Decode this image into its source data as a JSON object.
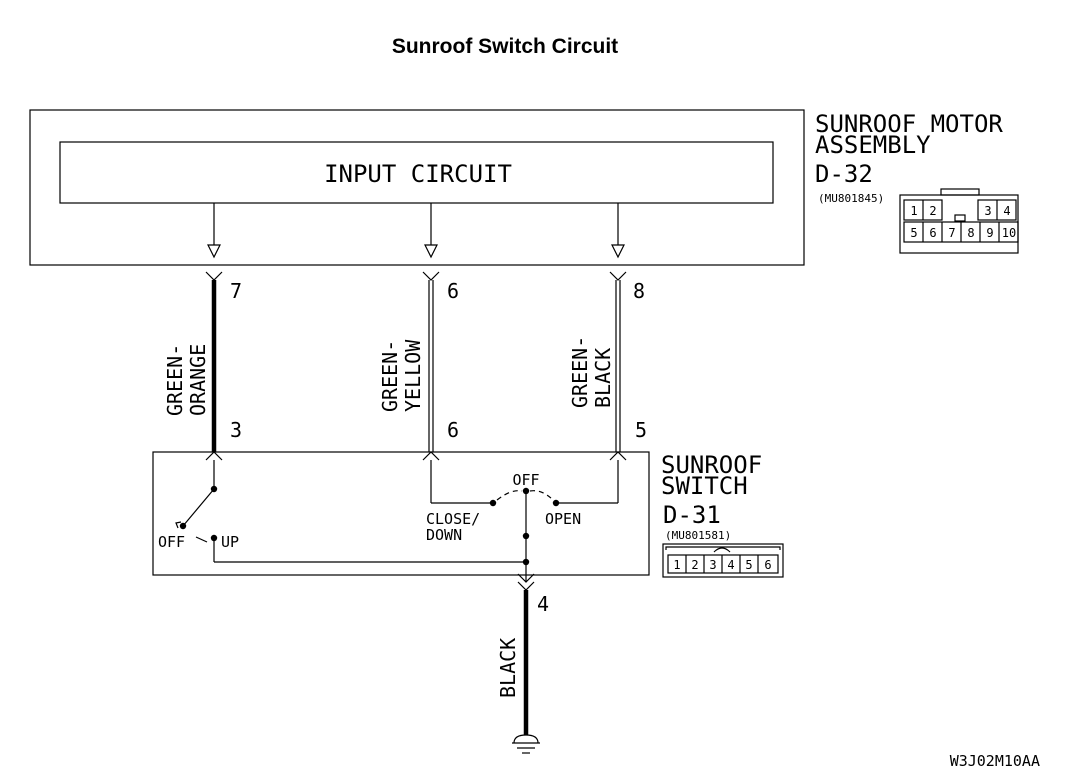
{
  "title": "Sunroof Switch Circuit",
  "motor": {
    "name_line1": "SUNROOF MOTOR",
    "name_line2": "ASSEMBLY",
    "connector": "D-32",
    "part_no": "(MU801845)",
    "input_circuit": "INPUT CIRCUIT",
    "pins_top_left": [
      "1",
      "2"
    ],
    "pins_top_right": [
      "3",
      "4"
    ],
    "pins_bottom": [
      "5",
      "6",
      "7",
      "8",
      "9",
      "10"
    ]
  },
  "switch": {
    "name_line1": "SUNROOF",
    "name_line2": "SWITCH",
    "connector": "D-31",
    "part_no": "(MU801581)",
    "pins": [
      "1",
      "2",
      "3",
      "4",
      "5",
      "6"
    ],
    "tilt_off": "OFF",
    "tilt_up": "UP",
    "slide_off": "OFF",
    "slide_close_line1": "CLOSE/",
    "slide_close_line2": "DOWN",
    "slide_open": "OPEN"
  },
  "wires": [
    {
      "color_line1": "GREEN-",
      "color_line2": "ORANGE",
      "motor_pin": "7",
      "switch_pin": "3"
    },
    {
      "color_line1": "GREEN-",
      "color_line2": "YELLOW",
      "motor_pin": "6",
      "switch_pin": "6"
    },
    {
      "color_line1": "GREEN-",
      "color_line2": "BLACK",
      "motor_pin": "8",
      "switch_pin": "5"
    }
  ],
  "ground_wire": {
    "color": "BLACK",
    "switch_pin": "4"
  },
  "figure_code": "W3J02M10AA"
}
